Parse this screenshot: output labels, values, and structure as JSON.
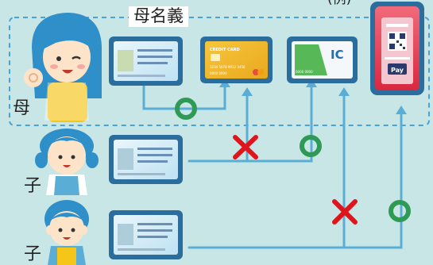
{
  "group_label": "母名義",
  "example_label": "(例)",
  "people": [
    {
      "role": "母"
    },
    {
      "role": "子"
    },
    {
      "role": "子"
    }
  ],
  "credit_card": {
    "brand": "CREDIT CARD",
    "number": "1234 5678 9012 3456",
    "holder": "0000 0000"
  },
  "ic_card": {
    "label": "IC",
    "number": "0000 0000"
  },
  "phone": {
    "pay_label": "Pay"
  },
  "connections": [
    {
      "from": "mother",
      "to": "credit_card",
      "mark": "ok"
    },
    {
      "from": "child_1",
      "to": "credit_card",
      "mark": "ng"
    },
    {
      "from": "child_1",
      "to": "ic_card",
      "mark": "ok"
    },
    {
      "from": "child_2",
      "to": "ic_card",
      "mark": "ng"
    },
    {
      "from": "child_2",
      "to": "phone",
      "mark": "ok"
    }
  ],
  "colors": {
    "background": "#c9e6e6",
    "line": "#5aaed6",
    "ok": "#2f9a55",
    "ng": "#e0141b",
    "frame": "#2b6e9d"
  }
}
